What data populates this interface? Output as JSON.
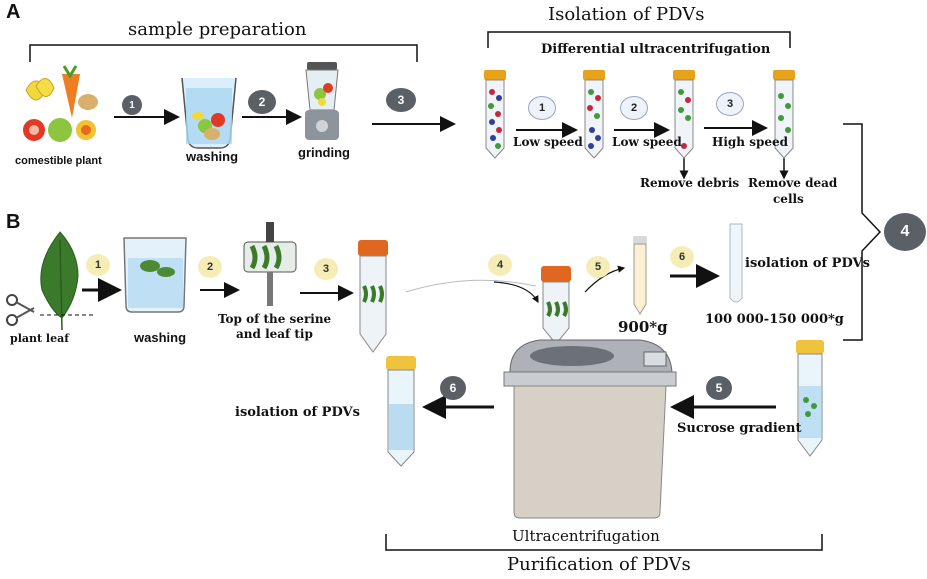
{
  "panels": {
    "a": "A",
    "b": "B"
  },
  "section_a": {
    "sample_preparation": "sample preparation",
    "isolation_title": "Isolation of PDVs",
    "diff_ultra": "Differential ultracentrifugation",
    "comestible_plant": "comestible plant",
    "washing": "washing",
    "grinding": "grinding",
    "low_speed_1": "Low speed",
    "low_speed_2": "Low speed",
    "high_speed": "High speed",
    "remove_debris": "Remove debris",
    "remove_dead_1": "Remove dead",
    "remove_dead_2": "cells",
    "steps_dark": [
      "1",
      "2",
      "3"
    ],
    "steps_light": [
      "1",
      "2",
      "3"
    ],
    "join_step": "4"
  },
  "section_b": {
    "plant_leaf": "plant leaf",
    "washing": "washing",
    "top_serine_1": "Top of the serine",
    "top_serine_2": "and leaf tip",
    "g900": "900*g",
    "isolation_right": "isolation of PDVs",
    "g_range": "100 000-150 000*g",
    "isolation_left": "isolation of PDVs",
    "sucrose": "Sucrose gradient",
    "ultracentrifugation": "Ultracentrifugation",
    "purification": "Purification of PDVs",
    "steps_yellow": [
      "1",
      "2",
      "3",
      "4",
      "5",
      "6"
    ],
    "steps_dark": [
      "5",
      "6"
    ]
  },
  "colors": {
    "step_dark": "#5b5f66",
    "step_yellow": "#f6ecb6",
    "tube_cap": "#e8a21a",
    "cap_orange": "#e0671f",
    "leaf": "#3c7a2b",
    "liquid": "#b9dcf0"
  }
}
